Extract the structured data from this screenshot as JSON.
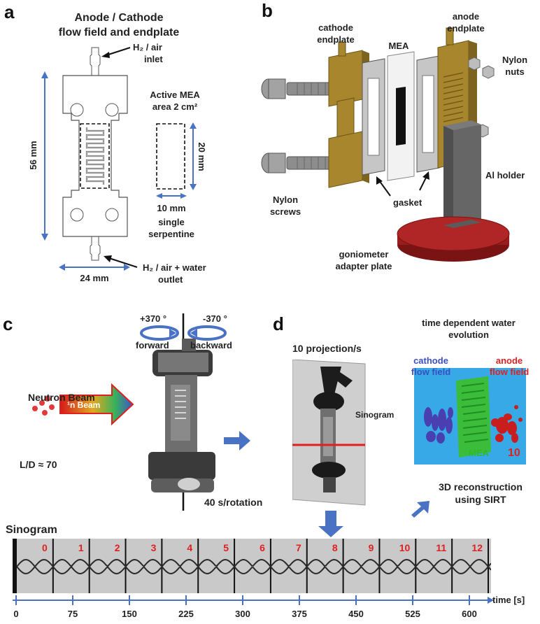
{
  "panels": {
    "a": "a",
    "b": "b",
    "c": "c",
    "d": "d"
  },
  "panel_a": {
    "title_line1": "Anode / Cathode",
    "title_line2": "flow field and endplate",
    "inlet": "H₂ / air",
    "inlet_2": "inlet",
    "active_area_line1": "Active MEA",
    "active_area_line2": "area 2 cm²",
    "height": "56 mm",
    "area_height": "20 mm",
    "area_width": "10 mm",
    "serpentine_line1": "single",
    "serpentine_line2": "serpentine",
    "outlet": "H₂ / air + water",
    "outlet_2": "outlet",
    "width": "24 mm"
  },
  "panel_b": {
    "cathode_endplate_1": "cathode",
    "cathode_endplate_2": "endplate",
    "mea": "MEA",
    "anode_endplate_1": "anode",
    "anode_endplate_2": "endplate",
    "nylon_nuts_1": "Nylon",
    "nylon_nuts_2": "nuts",
    "al_holder": "Al holder",
    "nylon_screws_1": "Nylon",
    "nylon_screws_2": "screws",
    "gasket": "gasket",
    "goniometer_1": "goniometer",
    "goniometer_2": "adapter plate"
  },
  "panel_c": {
    "angle_forward": "+370 °",
    "angle_backward": "-370 °",
    "forward": "forward",
    "backward": "backward",
    "neutron_beam": "Neutron Beam",
    "beam_label": "¹n Beam",
    "ld_ratio": "L/D ≈ 70",
    "rotation_time": "40 s/rotation"
  },
  "panel_d": {
    "projection_rate": "10 projection/s",
    "sinogram": "Sinogram",
    "evolution_line1": "time dependent water",
    "evolution_line2": "evolution",
    "cathode_ff_1": "cathode",
    "cathode_ff_2": "flow field",
    "anode_ff_1": "anode",
    "anode_ff_2": "flow field",
    "mea": "MEA",
    "frame_number": "10",
    "recon_line1": "3D reconstruction",
    "recon_line2": "using SIRT"
  },
  "sinogram_strip": {
    "title": "Sinogram",
    "rotation_numbers": [
      "0",
      "1",
      "2",
      "3",
      "4",
      "5",
      "6",
      "7",
      "8",
      "9",
      "10",
      "11",
      "12"
    ],
    "axis_ticks": [
      "0",
      "75",
      "150",
      "225",
      "300",
      "375",
      "450",
      "525",
      "600"
    ],
    "axis_label": "time [s]"
  },
  "colors": {
    "arrow_blue": "#4a72c4",
    "label_blue": "#3b4ec2",
    "label_red": "#e02020",
    "label_green": "#31b831",
    "endplate_gold": "#a8862e",
    "holder_gray": "#5b5b5b",
    "plate_red": "#9b1c1c",
    "recon_background": "#36a9e6"
  }
}
